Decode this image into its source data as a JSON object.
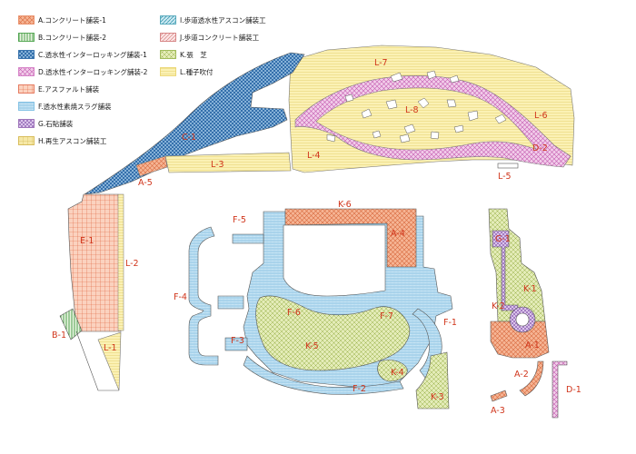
{
  "legend": [
    {
      "code": "A",
      "label": "A.コンクリート舗装-1",
      "pattern": "hatchA",
      "color": "#e8845a"
    },
    {
      "code": "B",
      "label": "B.コンクリート舗装-2",
      "pattern": "hatchB",
      "color": "#3a9a3a"
    },
    {
      "code": "C",
      "label": "C.透水性インターロッキング舗装-1",
      "pattern": "hatchC",
      "color": "#1f5fa0"
    },
    {
      "code": "D",
      "label": "D.透水性インターロッキング舗装-2",
      "pattern": "hatchD",
      "color": "#d070c0"
    },
    {
      "code": "E",
      "label": "E.アスファルト舗装",
      "pattern": "hatchE",
      "color": "#e06040"
    },
    {
      "code": "F",
      "label": "F.透水性素焼スラグ舗装",
      "pattern": "hatchF",
      "color": "#70b8e0"
    },
    {
      "code": "G",
      "label": "G.石貼舗装",
      "pattern": "hatchG",
      "color": "#9060b0"
    },
    {
      "code": "H",
      "label": "H.再生アスコン舗装工",
      "pattern": "hatchH",
      "color": "#d0b040"
    },
    {
      "code": "I",
      "label": "I.歩道透水性アスコン舗装工",
      "pattern": "hatchI",
      "color": "#3a9ab0"
    },
    {
      "code": "J",
      "label": "J.歩道コンクリート舗装工",
      "pattern": "hatchJ",
      "color": "#d07070"
    },
    {
      "code": "K",
      "label": "K.張　芝",
      "pattern": "hatchK",
      "color": "#90b040"
    },
    {
      "code": "L",
      "label": "L.種子吹付",
      "pattern": "hatchL",
      "color": "#e8d060"
    }
  ],
  "areas": [
    {
      "label": "L-7"
    },
    {
      "label": "L-8"
    },
    {
      "label": "L-6"
    },
    {
      "label": "D-2"
    },
    {
      "label": "L-4"
    },
    {
      "label": "L-5"
    },
    {
      "label": "C-1"
    },
    {
      "label": "L-3"
    },
    {
      "label": "A-5"
    },
    {
      "label": "E-1"
    },
    {
      "label": "L-2"
    },
    {
      "label": "B-1"
    },
    {
      "label": "L-1"
    },
    {
      "label": "K-6"
    },
    {
      "label": "F-5"
    },
    {
      "label": "A-4"
    },
    {
      "label": "F-4"
    },
    {
      "label": "F-6"
    },
    {
      "label": "F-7"
    },
    {
      "label": "F-1"
    },
    {
      "label": "F-3"
    },
    {
      "label": "K-5"
    },
    {
      "label": "K-4"
    },
    {
      "label": "F-2"
    },
    {
      "label": "K-3"
    },
    {
      "label": "G-1"
    },
    {
      "label": "K-1"
    },
    {
      "label": "K-2"
    },
    {
      "label": "A-1"
    },
    {
      "label": "A-2"
    },
    {
      "label": "D-1"
    },
    {
      "label": "A-3"
    }
  ]
}
